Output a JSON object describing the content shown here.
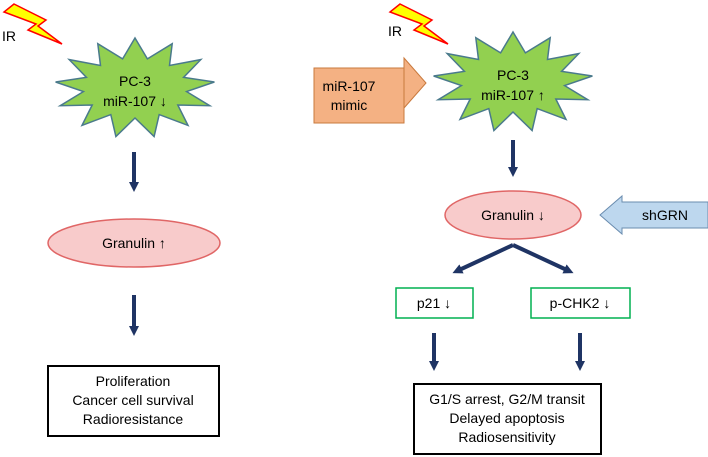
{
  "left_panel": {
    "stimulus_label": "IR",
    "cell_line": "PC-3",
    "mirna_state": "miR-107 ↓",
    "granulin_node": "Granulin ↑",
    "outcome_lines": [
      "Proliferation",
      "Cancer cell survival",
      "Radioresistance"
    ]
  },
  "right_panel": {
    "stimulus_label": "IR",
    "mimic_line1": "miR-107",
    "mimic_line2": "mimic",
    "cell_line": "PC-3",
    "mirna_state": "miR-107 ↑",
    "granulin_node": "Granulin ↓",
    "shgrn_label": "shGRN",
    "p21_node": "p21 ↓",
    "pchk2_node": "p-CHK2 ↓",
    "outcome_lines": [
      "G1/S arrest, G2/M transit",
      "Delayed apoptosis",
      "Radiosensitivity"
    ]
  },
  "colors": {
    "starburst_fill": "#92d050",
    "starburst_stroke": "#4a7a8c",
    "lightning_fill": "#ffff00",
    "lightning_stroke": "#ff0000",
    "granulin_fill": "#f8cbcb",
    "granulin_stroke": "#e06666",
    "mimic_fill": "#f4b183",
    "shgrn_fill": "#bdd7ee",
    "node_box_stroke": "#00b050",
    "arrow": "#1f3464"
  }
}
